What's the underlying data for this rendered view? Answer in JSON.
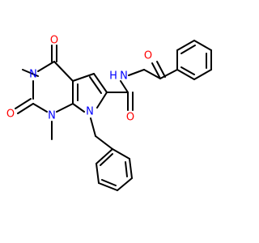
{
  "colors": {
    "bond": "#000000",
    "oxygen": "#ff0000",
    "nitrogen": "#0000ff",
    "background": "#ffffff"
  },
  "atoms": {
    "o_c4": "O",
    "o_c2": "O",
    "o_ketone": "O",
    "n3": "N",
    "n1": "N",
    "n7": "N",
    "n_amide": "N",
    "h_amide": "H"
  }
}
